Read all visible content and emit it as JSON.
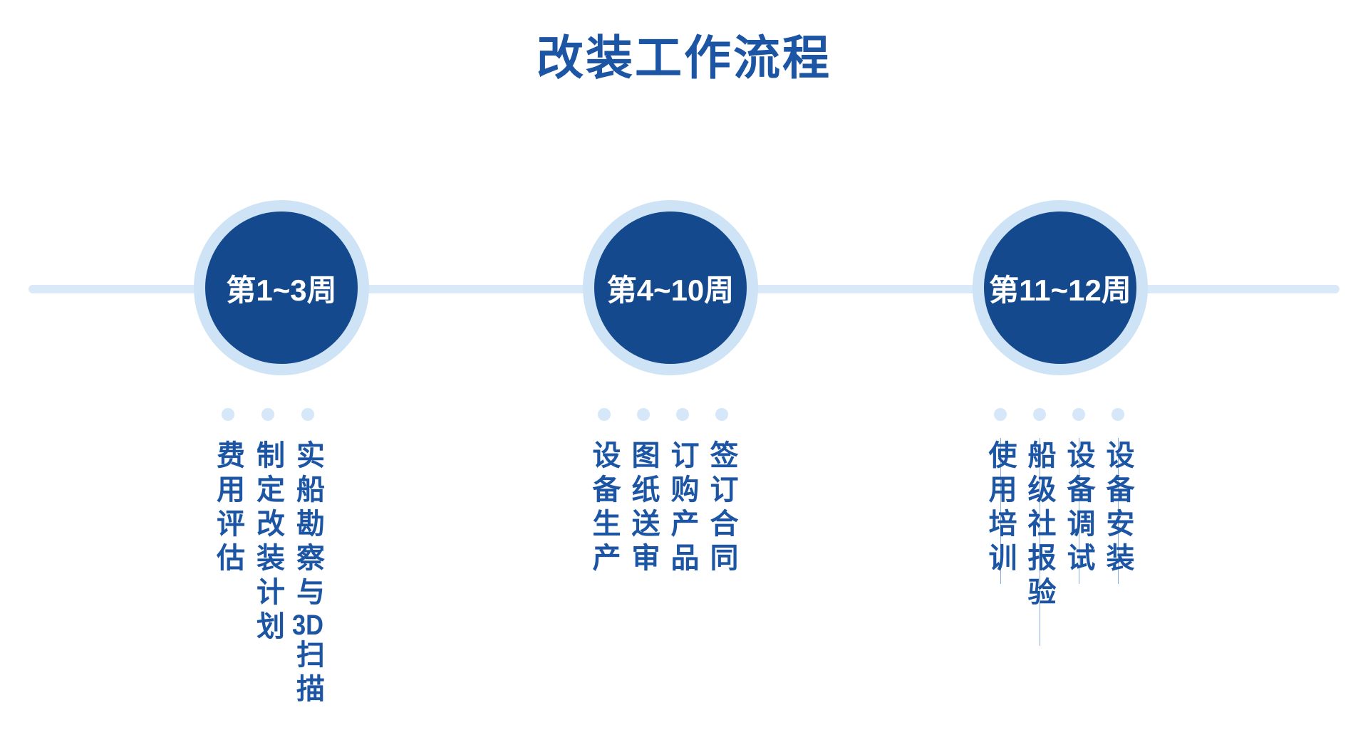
{
  "title": "改装工作流程",
  "colors": {
    "primary_circle": "#14498e",
    "text_blue": "#1d55a5",
    "light_blue": "#d9e9f8",
    "ring_blue": "#cee3f6",
    "guide_line": "#86addd",
    "circle_label_text": "#ffffff",
    "background": "#ffffff"
  },
  "timeline": {
    "groups": [
      {
        "week": "第1~3周",
        "items": [
          {
            "text": "实船勘察与",
            "combined": "3D",
            "text_after": "扫描"
          },
          {
            "text": "制定改装计划"
          },
          {
            "text": "费用评估"
          }
        ]
      },
      {
        "week": "第4~10周",
        "items": [
          {
            "text": "签订合同"
          },
          {
            "text": "订购产品"
          },
          {
            "text": "图纸送审"
          },
          {
            "text": "设备生产"
          }
        ]
      },
      {
        "week": "第11~12周",
        "items": [
          {
            "text": "设备安装"
          },
          {
            "text": "设备调试"
          },
          {
            "text": "船级社报验"
          },
          {
            "text": "使用培训"
          }
        ]
      }
    ]
  }
}
